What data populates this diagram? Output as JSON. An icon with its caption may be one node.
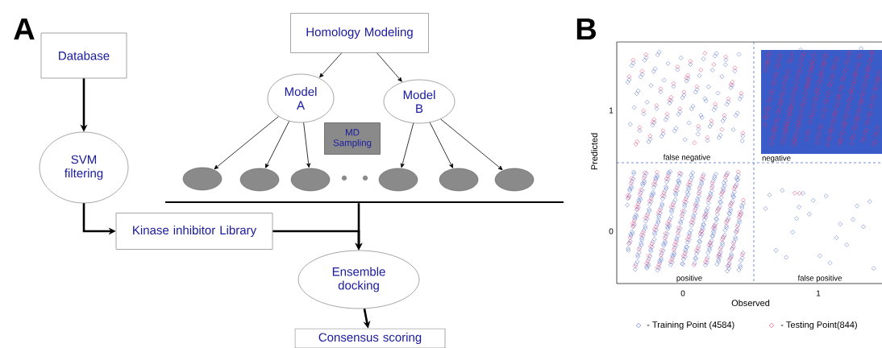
{
  "diagram": {
    "nodes": [
      {
        "text": [
          "Database"
        ]
      },
      {
        "text": [
          "SVM filtering"
        ]
      },
      {
        "text": [
          "Homology Modeling"
        ]
      },
      {
        "text": [
          "Model A"
        ]
      },
      {
        "text": [
          "Model B"
        ]
      },
      {
        "text": [
          "MD Sampling"
        ]
      },
      {
        "text": [],
        "shape": "ellipse"
      },
      {
        "text": [],
        "shape": "ellipse"
      },
      {
        "text": [],
        "shape": "ellipse"
      },
      {
        "text": [],
        "shape": "ellipse"
      },
      {
        "text": [],
        "shape": "ellipse"
      },
      {
        "text": [],
        "shape": "ellipse"
      },
      {
        "text": [],
        "shape": "bar"
      },
      {
        "text": [
          "Kinase inhibitor Library"
        ]
      },
      {
        "text": [
          "Ensemble docking"
        ]
      },
      {
        "text": [
          "Consensus scoring"
        ]
      }
    ],
    "edges": [
      {
        "from": 0,
        "to": 1,
        "arrow": "to",
        "style": "thick"
      },
      {
        "from": 2,
        "to": 3,
        "arrow": "to"
      },
      {
        "from": 2,
        "to": 4,
        "arrow": "to"
      },
      {
        "from": 3,
        "to": 6,
        "arrow": "to"
      },
      {
        "from": 3,
        "to": 7,
        "arrow": "to"
      },
      {
        "from": 3,
        "to": 8,
        "arrow": "to"
      },
      {
        "from": 4,
        "to": 9,
        "arrow": "to"
      },
      {
        "from": 4,
        "to": 10,
        "arrow": "to"
      },
      {
        "from": 4,
        "to": 11,
        "arrow": "to"
      },
      {
        "from": 1,
        "to": 13,
        "arrow": "to",
        "style": "thick"
      },
      {
        "from": 13,
        "to": 14,
        "arrow": "to",
        "style": "thick"
      },
      {
        "from": 12,
        "to": 14,
        "arrow": "to",
        "style": "thick"
      },
      {
        "from": 14,
        "to": 15,
        "arrow": "to",
        "style": "thick"
      }
    ],
    "labels": [
      "A",
      "B",
      "1",
      "0",
      "Predicted",
      "false negative",
      "negative",
      "positive",
      "false positive",
      "0",
      "1",
      "Observed"
    ],
    "legend": [
      {
        "text": "- Training Point (4584)"
      },
      {
        "text": "- Testing Point(844)"
      }
    ]
  }
}
